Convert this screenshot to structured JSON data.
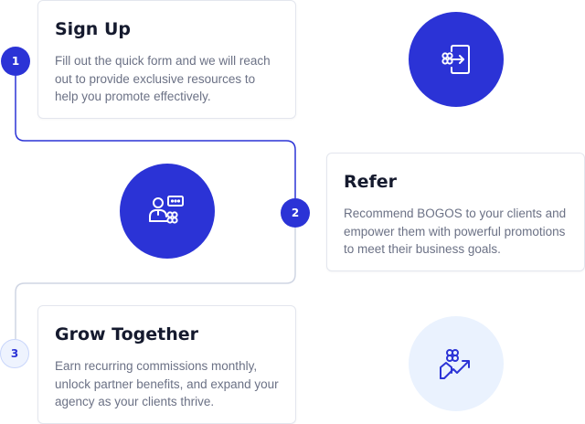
{
  "steps": [
    {
      "number": "1",
      "title": "Sign Up",
      "description": "Fill out the quick form and we will reach out to provide exclusive resources to help you promote effectively.",
      "icon": "signup-icon"
    },
    {
      "number": "2",
      "title": "Refer",
      "description": "Recommend BOGOS to your clients and empower them with powerful promotions to meet their business goals.",
      "icon": "refer-icon"
    },
    {
      "number": "3",
      "title": "Grow Together",
      "description": "Earn recurring commissions monthly, unlock partner benefits, and expand your agency as your clients thrive.",
      "icon": "growth-icon"
    }
  ],
  "colors": {
    "accent": "#2b33d6",
    "light_circle": "#eaf2fe",
    "connector_dark": "#2b33d6",
    "connector_light": "#cfd5e3"
  }
}
